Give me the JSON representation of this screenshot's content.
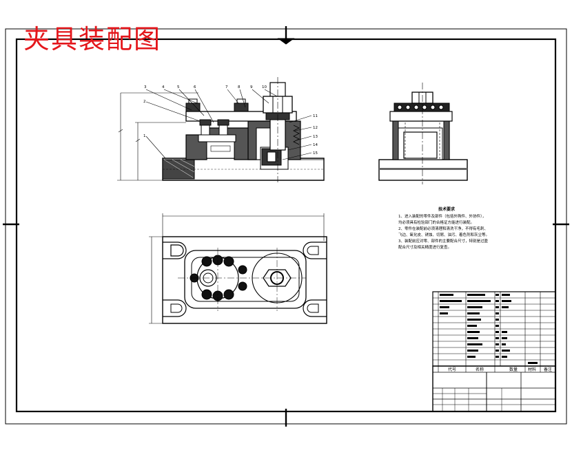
{
  "drawing": {
    "title": "夹具装配图",
    "title_color": "#e4161b",
    "line_color": "#000000",
    "paper_color": "#ffffff"
  },
  "front_view": {
    "balloon_numbers": [
      "3",
      "4",
      "5",
      "6",
      "7",
      "8",
      "9",
      "10",
      "11",
      "12",
      "13",
      "14",
      "15",
      "1",
      "2"
    ]
  },
  "technical_notes": {
    "heading": "技术要求",
    "lines": [
      "1、进入装配的零件及部件（包括外购件、外协件），",
      "均必须具有检验部门的合格证方能进行装配。",
      "2、零件在装配前必须清理和清洗干净，不得有毛刺、",
      "飞边、氧化皮、锈蚀、切屑、油污、着色剂和灰尘等。",
      "3、装配前应对零、部件的主要配合尺寸，特别是过盈",
      "配合尺寸及相关精度进行复查。"
    ]
  },
  "title_block": {
    "header_labels": [
      "代号",
      "名称",
      "数量",
      "材料",
      "备注"
    ]
  }
}
